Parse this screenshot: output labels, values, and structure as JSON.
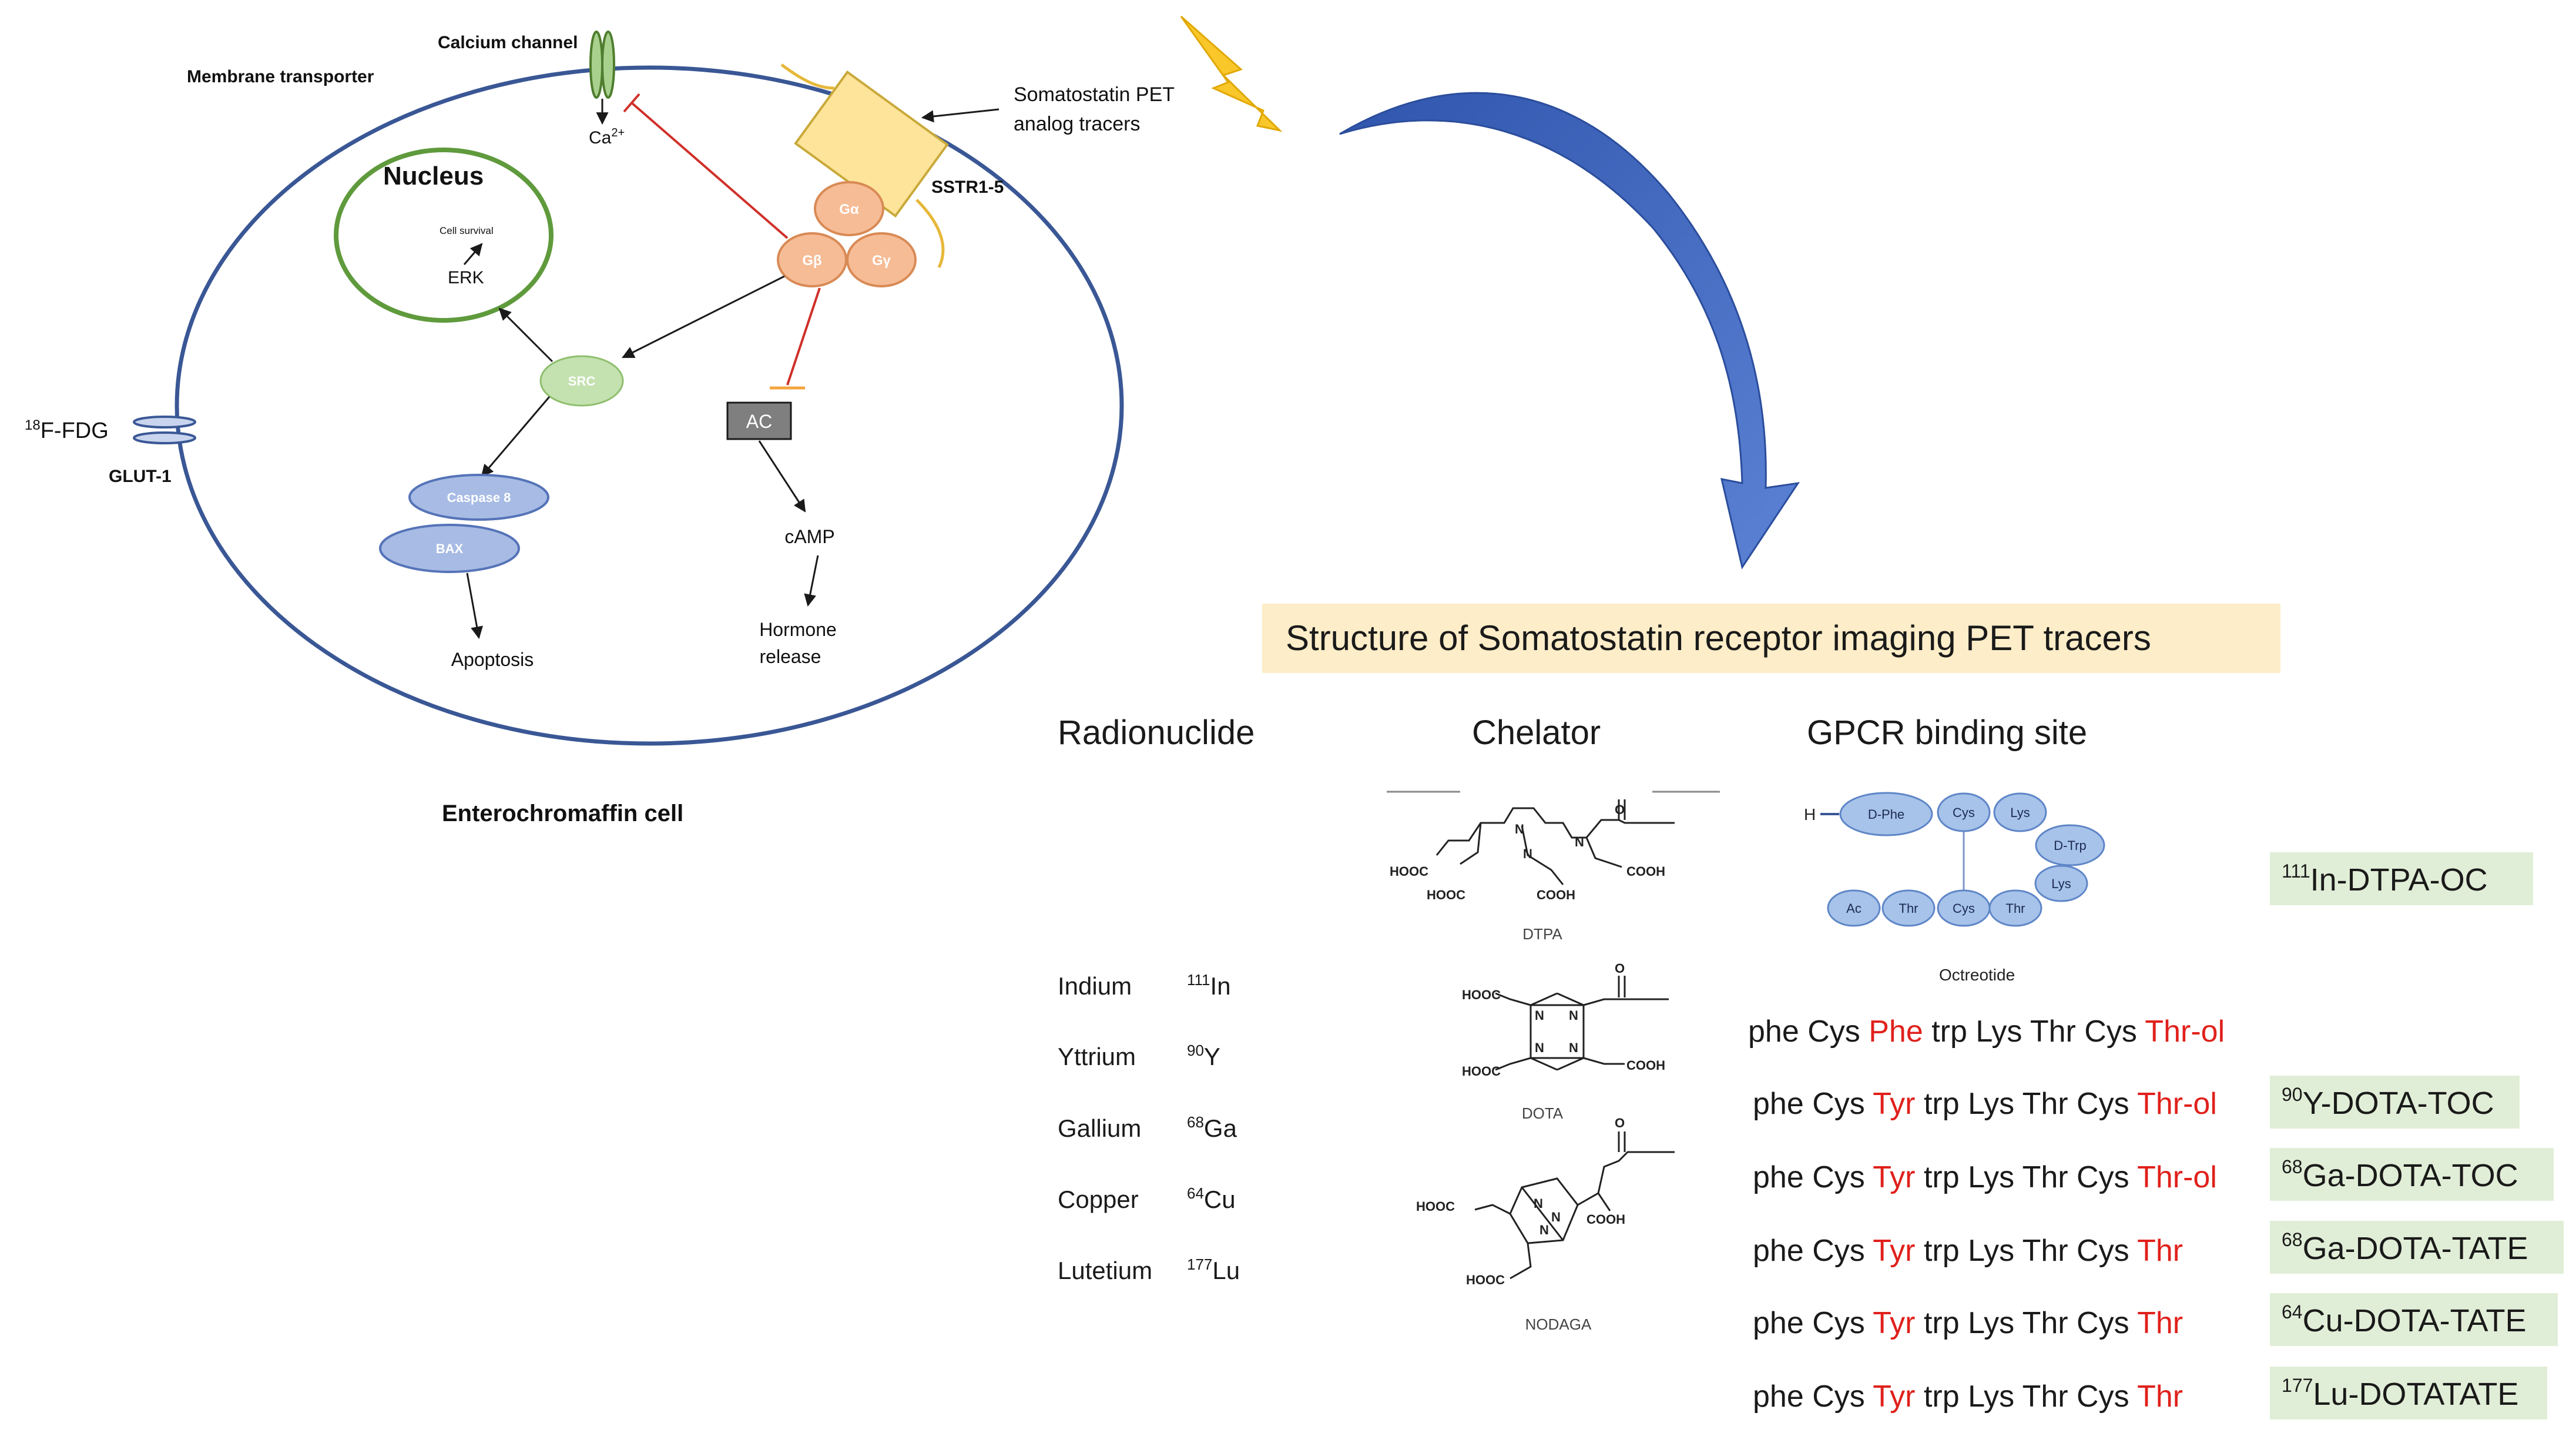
{
  "cell": {
    "calcium_channel": "Calcium channel",
    "membrane_transporter": "Membrane transporter",
    "ca_ion": "Ca",
    "ca_sup": "2+",
    "nucleus": "Nucleus",
    "cell_survival": "Cell survival",
    "erk": "ERK",
    "g_alpha": "Gα",
    "g_beta": "Gβ",
    "g_gamma": "Gγ",
    "sstr": "SSTR1-5",
    "tracer_label_1": "Somatostatin PET",
    "tracer_label_2": "analog tracers",
    "src": "SRC",
    "ac": "AC",
    "camp": "cAMP",
    "hormone_1": "Hormone",
    "hormone_2": "release",
    "caspase": "Caspase 8",
    "bax": "BAX",
    "apoptosis": "Apoptosis",
    "fdg_sup": "18",
    "fdg": "F-FDG",
    "glut": "GLUT-1",
    "caption": "Enterochromaffin cell"
  },
  "colors": {
    "membrane": "#3a5795",
    "nucleus_stroke": "#5f9a3c",
    "g_protein_fill": "#f6bc96",
    "g_protein_stroke": "#d98a55",
    "receptor_fill": "#fde49a",
    "receptor_stroke": "#c9a93a",
    "src_fill": "#c4e1b0",
    "blue_oval_fill": "#a7bbe4",
    "blue_oval_stroke": "#5573b8",
    "inhibit_red": "#d0302a",
    "banner_bg": "#fdedc8",
    "tracer_bg": "#e1eed7",
    "arrow_blue": "#3a64be",
    "lightning": "#f9c72a"
  },
  "panel": {
    "title": "Structure of Somatostatin receptor imaging PET tracers",
    "col_radionuclide": "Radionuclide",
    "col_chelator": "Chelator",
    "col_gpcr": "GPCR binding site",
    "radionuclides": [
      {
        "name": "Indium",
        "mass": "111",
        "symbol": "In"
      },
      {
        "name": "Yttrium",
        "mass": "90",
        "symbol": "Y"
      },
      {
        "name": "Gallium",
        "mass": "68",
        "symbol": "Ga"
      },
      {
        "name": "Copper",
        "mass": "64",
        "symbol": "Cu"
      },
      {
        "name": "Lutetium",
        "mass": "177",
        "symbol": "Lu"
      }
    ],
    "chelators": {
      "dtpa": "DTPA",
      "dota": "DOTA",
      "nodaga": "NODAGA",
      "hooc": "HOOC",
      "cooh": "COOH",
      "o": "O",
      "n": "N"
    },
    "octreotide": {
      "h": "H",
      "caption": "Octreotide",
      "residues": [
        "D-Phe",
        "Cys",
        "Lys",
        "D-Trp",
        "Lys",
        "Thr",
        "Cys",
        "Thr",
        "Ac"
      ]
    },
    "sequences": [
      {
        "pre": "phe Cys ",
        "hl1": "Phe",
        "mid": " trp Lys Thr Cys ",
        "hl2": "Thr-ol"
      },
      {
        "pre": "phe Cys ",
        "hl1": "Tyr",
        "mid": " trp Lys Thr Cys ",
        "hl2": "Thr-ol"
      },
      {
        "pre": "phe Cys ",
        "hl1": "Tyr",
        "mid": " trp Lys Thr Cys ",
        "hl2": "Thr-ol"
      },
      {
        "pre": "phe Cys ",
        "hl1": "Tyr",
        "mid": " trp Lys Thr Cys ",
        "hl2": "Thr"
      },
      {
        "pre": "phe Cys ",
        "hl1": "Tyr",
        "mid": " trp Lys Thr Cys ",
        "hl2": "Thr"
      },
      {
        "pre": "phe Cys ",
        "hl1": "Tyr",
        "mid": " trp Lys Thr Cys ",
        "hl2": "Thr"
      }
    ],
    "tracers": [
      {
        "sup": "111",
        "name": "In-DTPA-OC"
      },
      {
        "sup": "90",
        "name": "Y-DOTA-TOC"
      },
      {
        "sup": "68",
        "name": "Ga-DOTA-TOC"
      },
      {
        "sup": "68",
        "name": "Ga-DOTA-TATE"
      },
      {
        "sup": "64",
        "name": "Cu-DOTA-TATE"
      },
      {
        "sup": "177",
        "name": "Lu-DOTATATE"
      }
    ]
  }
}
